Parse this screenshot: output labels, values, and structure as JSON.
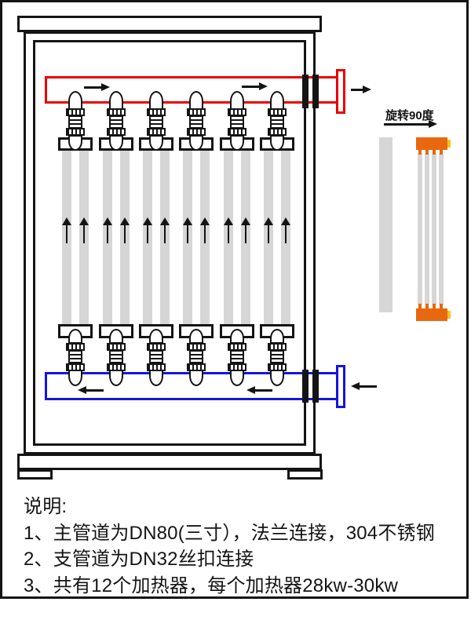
{
  "notes": {
    "title": "说明:",
    "items": [
      "1、主管道为DN80(三寸），法兰连接，304不锈钢",
      "2、支管道为DN32丝扣连接",
      "3、共有12个加热器，每个加热器28kw-30kw"
    ]
  },
  "side_view": {
    "label": "旋转90度",
    "tube_count": 4
  },
  "cabinet": {
    "heater_columns": 6,
    "heaters_per_column": 2,
    "total_heaters": 12
  },
  "flow": {
    "outlet_direction": "right",
    "inlet_direction": "left",
    "tube_flow": "up"
  },
  "colors": {
    "outlet_pipe": "#e80000",
    "inlet_pipe": "#1515dd",
    "heater_tube": "#d6d6d6",
    "manifold": "#e8680f",
    "manifold_cap": "#f2c41d",
    "line": "#141414"
  }
}
